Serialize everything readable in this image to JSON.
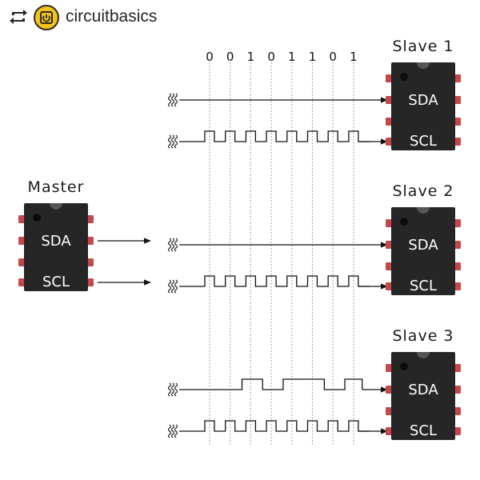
{
  "post": {
    "username": "circuitbasics",
    "repost_icon": "repost-icon",
    "avatar_icon": "chip-power-icon",
    "accent_color": "#f3c417"
  },
  "diagram": {
    "bits": [
      "0",
      "0",
      "1",
      "0",
      "1",
      "1",
      "0",
      "1"
    ],
    "master": {
      "title": "Master",
      "pins": [
        "SDA",
        "SCL"
      ]
    },
    "slaves": [
      {
        "title": "Slave 1",
        "pins": [
          "SDA",
          "SCL"
        ],
        "sda_bits": "idle"
      },
      {
        "title": "Slave 2",
        "pins": [
          "SDA",
          "SCL"
        ],
        "sda_bits": "idle"
      },
      {
        "title": "Slave 3",
        "pins": [
          "SDA",
          "SCL"
        ],
        "sda_bits": "data"
      }
    ],
    "chip_color": "#262626",
    "pin_color": "#c4484a",
    "line_color": "#111111"
  }
}
